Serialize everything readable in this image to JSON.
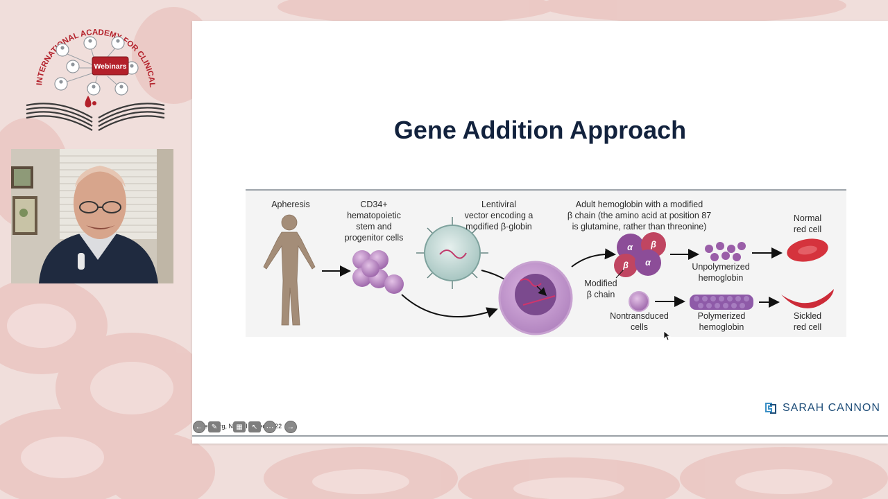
{
  "logo": {
    "arc_text": "INTERNATIONAL ACADEMY FOR CLINICAL HEMATOLOGY",
    "badge_label": "Webinars",
    "icon": "open-book-network-icon"
  },
  "slide": {
    "title": "Gene Addition Approach",
    "figure": {
      "apheresis": "Apheresis",
      "cd34_line1": "CD34+",
      "cd34_line2": "hematopoietic",
      "cd34_line3": "stem and",
      "cd34_line4": "progenitor cells",
      "lenti_line1": "Lentiviral",
      "lenti_line2": "vector encoding a",
      "lenti_line3": "modified β-globin",
      "adult_line1": "Adult hemoglobin with a modified",
      "adult_line2": "β chain (the amino acid at position 87",
      "adult_line3": "is glutamine, rather than threonine)",
      "modified_line1": "Modified",
      "modified_line2": "β chain",
      "unpoly_line1": "Unpolymerized",
      "unpoly_line2": "hemoglobin",
      "normal_line1": "Normal",
      "normal_line2": "red cell",
      "nontrans_line1": "Nontransduced",
      "nontrans_line2": "cells",
      "poly_line1": "Polymerized",
      "poly_line2": "hemoglobin",
      "sickled_line1": "Sickled",
      "sickled_line2": "red cell",
      "alpha": "α",
      "beta": "β"
    },
    "brand": "SARAH CANNON",
    "citation": "Steinberg, N Engl J Med 2022"
  },
  "toolbar": {
    "prev_icon": "arrow-left-icon",
    "pen_icon": "pen-icon",
    "slides_icon": "slides-grid-icon",
    "pointer_icon": "laser-pointer-icon",
    "more_icon": "more-options-icon",
    "next_icon": "arrow-right-icon"
  },
  "colors": {
    "title": "#12223d",
    "brand": "#1f4e79",
    "webinar_badge": "#b3202a",
    "background": "#f2e1de"
  }
}
